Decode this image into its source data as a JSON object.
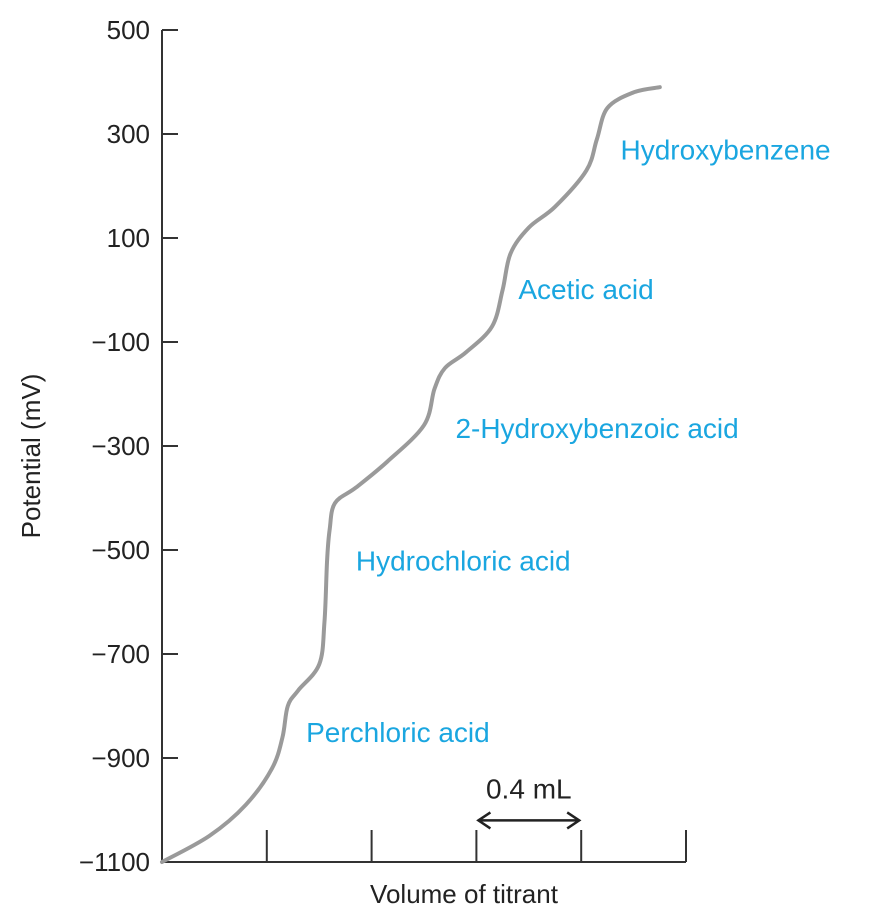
{
  "chart_data": {
    "type": "line",
    "title": "",
    "ylabel": "Potential (mV)",
    "xlabel": "Volume of titrant",
    "ylim": [
      -1100,
      500
    ],
    "xlim": [
      0,
      2.0
    ],
    "yticks": [
      500,
      300,
      100,
      -100,
      -300,
      -500,
      -700,
      -900,
      -1100
    ],
    "ytick_labels": [
      "500",
      "300",
      "100",
      "−100",
      "−300",
      "−500",
      "−700",
      "−900",
      "−1100"
    ],
    "xticks": [
      0,
      0.4,
      0.8,
      1.2,
      1.6,
      2.0
    ],
    "grid": false,
    "series": [
      {
        "color": "#9a9a9a",
        "x": [
          0.0,
          0.18,
          0.32,
          0.42,
          0.46,
          0.48,
          0.52,
          0.6,
          0.62,
          0.63,
          0.64,
          0.66,
          0.74,
          0.86,
          1.0,
          1.04,
          1.08,
          1.16,
          1.26,
          1.3,
          1.33,
          1.4,
          1.5,
          1.62,
          1.66,
          1.7,
          1.8,
          1.9
        ],
        "y": [
          -1100,
          -1050,
          -990,
          -920,
          -860,
          -800,
          -770,
          -720,
          -640,
          -520,
          -460,
          -410,
          -380,
          -330,
          -260,
          -190,
          -150,
          -120,
          -70,
          0,
          70,
          120,
          160,
          230,
          290,
          350,
          380,
          390
        ]
      }
    ],
    "annotations": [
      {
        "text": "Perchloric acid",
        "x": 0.55,
        "y": -850
      },
      {
        "text": "Hydrochloric acid",
        "x": 0.74,
        "y": -520
      },
      {
        "text": "2-Hydroxybenzoic acid",
        "x": 1.12,
        "y": -265
      },
      {
        "text": "Acetic acid",
        "x": 1.36,
        "y": 2
      },
      {
        "text": "Hydroxybenzene",
        "x": 1.75,
        "y": 270
      }
    ],
    "annotation_color": "#1aa6e0",
    "scale_bar": {
      "label": "0.4 mL",
      "x_start": 1.2,
      "x_end": 1.6,
      "y": -1020
    }
  }
}
